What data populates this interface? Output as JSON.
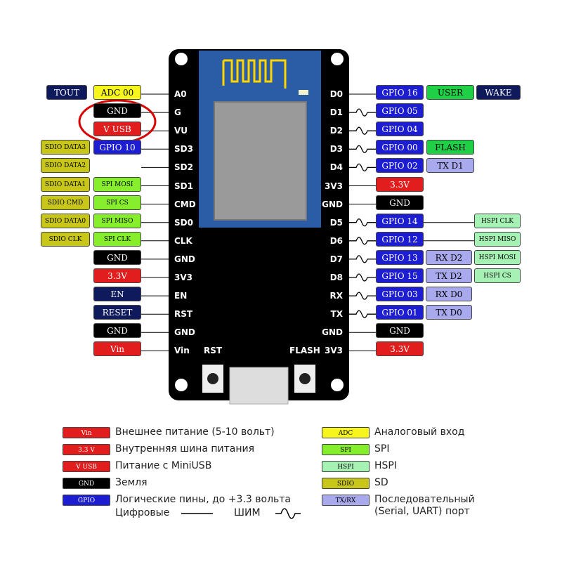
{
  "board": {
    "left_pins": [
      "A0",
      "G",
      "VU",
      "SD3",
      "SD2",
      "SD1",
      "CMD",
      "SD0",
      "CLK",
      "GND",
      "3V3",
      "EN",
      "RST",
      "GND",
      "Vin"
    ],
    "right_pins": [
      "D0",
      "D1",
      "D2",
      "D3",
      "D4",
      "3V3",
      "GND",
      "D5",
      "D6",
      "D7",
      "D8",
      "RX",
      "TX",
      "GND",
      "3V3"
    ],
    "rst_label": "RST",
    "flash_label": "FLASH"
  },
  "left_tags": [
    {
      "text": "TOUT",
      "type": "dark"
    },
    {
      "text": "ADC 00",
      "type": "adc"
    },
    {
      "text": "GND",
      "type": "gnd"
    },
    {
      "text": "V USB",
      "type": "vusb"
    },
    {
      "text": "SDIO DATA3",
      "type": "sdio"
    },
    {
      "text": "GPIO 10",
      "type": "gpio"
    },
    {
      "text": "SDIO DATA2",
      "type": "sdio"
    },
    {
      "text": "SDIO DATA1",
      "type": "sdio"
    },
    {
      "text": "SPI MOSI",
      "type": "spi"
    },
    {
      "text": "SDIO CMD",
      "type": "sdio"
    },
    {
      "text": "SPI CS",
      "type": "spi"
    },
    {
      "text": "SDIO DATA0",
      "type": "sdio"
    },
    {
      "text": "SPI MISO",
      "type": "spi"
    },
    {
      "text": "SDIO CLK",
      "type": "sdio"
    },
    {
      "text": "SPI CLK",
      "type": "spi"
    },
    {
      "text": "GND",
      "type": "gnd"
    },
    {
      "text": "3.3V",
      "type": "v33"
    },
    {
      "text": "EN",
      "type": "dark"
    },
    {
      "text": "RESET",
      "type": "dark"
    },
    {
      "text": "GND",
      "type": "gnd"
    },
    {
      "text": "Vin",
      "type": "vin"
    }
  ],
  "right_tags": [
    {
      "text": "GPIO 16",
      "type": "gpio"
    },
    {
      "text": "USER",
      "type": "user"
    },
    {
      "text": "WAKE",
      "type": "dark"
    },
    {
      "text": "GPIO 05",
      "type": "gpio"
    },
    {
      "text": "GPIO 04",
      "type": "gpio"
    },
    {
      "text": "GPIO 00",
      "type": "gpio"
    },
    {
      "text": "FLASH",
      "type": "user"
    },
    {
      "text": "GPIO 02",
      "type": "gpio"
    },
    {
      "text": "TX D1",
      "type": "uart"
    },
    {
      "text": "3.3V",
      "type": "v33"
    },
    {
      "text": "GND",
      "type": "gnd"
    },
    {
      "text": "GPIO 14",
      "type": "gpio"
    },
    {
      "text": "HSPI CLK",
      "type": "hspi"
    },
    {
      "text": "GPIO 12",
      "type": "gpio"
    },
    {
      "text": "HSPI MISO",
      "type": "hspi"
    },
    {
      "text": "GPIO 13",
      "type": "gpio"
    },
    {
      "text": "RX D2",
      "type": "uart"
    },
    {
      "text": "HSPI MOSI",
      "type": "hspi"
    },
    {
      "text": "GPIO 15",
      "type": "gpio"
    },
    {
      "text": "TX D2",
      "type": "uart"
    },
    {
      "text": "HSPI CS",
      "type": "hspi"
    },
    {
      "text": "GPIO 03",
      "type": "gpio"
    },
    {
      "text": "RX D0",
      "type": "uart"
    },
    {
      "text": "GPIO 01",
      "type": "gpio"
    },
    {
      "text": "TX D0",
      "type": "uart"
    },
    {
      "text": "GND",
      "type": "gnd"
    },
    {
      "text": "3.3V",
      "type": "v33"
    }
  ],
  "legend_left": [
    {
      "box": "Vin",
      "type": "vin",
      "text": "Внешнее питание (5-10 вольт)"
    },
    {
      "box": "3.3 V",
      "type": "v33",
      "text": "Внутренняя шина питания"
    },
    {
      "box": "V USB",
      "type": "vusb",
      "text": "Питание с MiniUSB"
    },
    {
      "box": "GND",
      "type": "gnd",
      "text": "Земля"
    },
    {
      "box": "GPIO",
      "type": "gpio",
      "text": "Логические пины, до +3.3 вольта"
    }
  ],
  "legend_right": [
    {
      "box": "ADC",
      "type": "adc",
      "text": "Аналоговый вход"
    },
    {
      "box": "SPI",
      "type": "spi",
      "text": "SPI"
    },
    {
      "box": "HSPI",
      "type": "hspi",
      "text": "HSPI"
    },
    {
      "box": "SDIO",
      "type": "sdio",
      "text": "SD"
    },
    {
      "box": "TX/RX",
      "type": "uart",
      "text": "Последовательный\n(Serial, UART) порт"
    }
  ],
  "line_key": {
    "digital": "Цифровые",
    "pwm": "ШИМ"
  },
  "colors": {
    "gpio": "#1d1dd2",
    "gnd": "#000000",
    "v33": "#e11d1d",
    "vin": "#e11d1d",
    "vusb": "#e11d1d",
    "dark": "#0f1a5c",
    "adc": "#f6f61e",
    "spi": "#86ee2c",
    "hspi": "#a6f2b4",
    "sdio": "#c9c61a",
    "uart": "#a9a9ee",
    "user": "#1fcf46",
    "board": "#000000",
    "module": "#2a5da6",
    "highlight": "#d80000"
  }
}
